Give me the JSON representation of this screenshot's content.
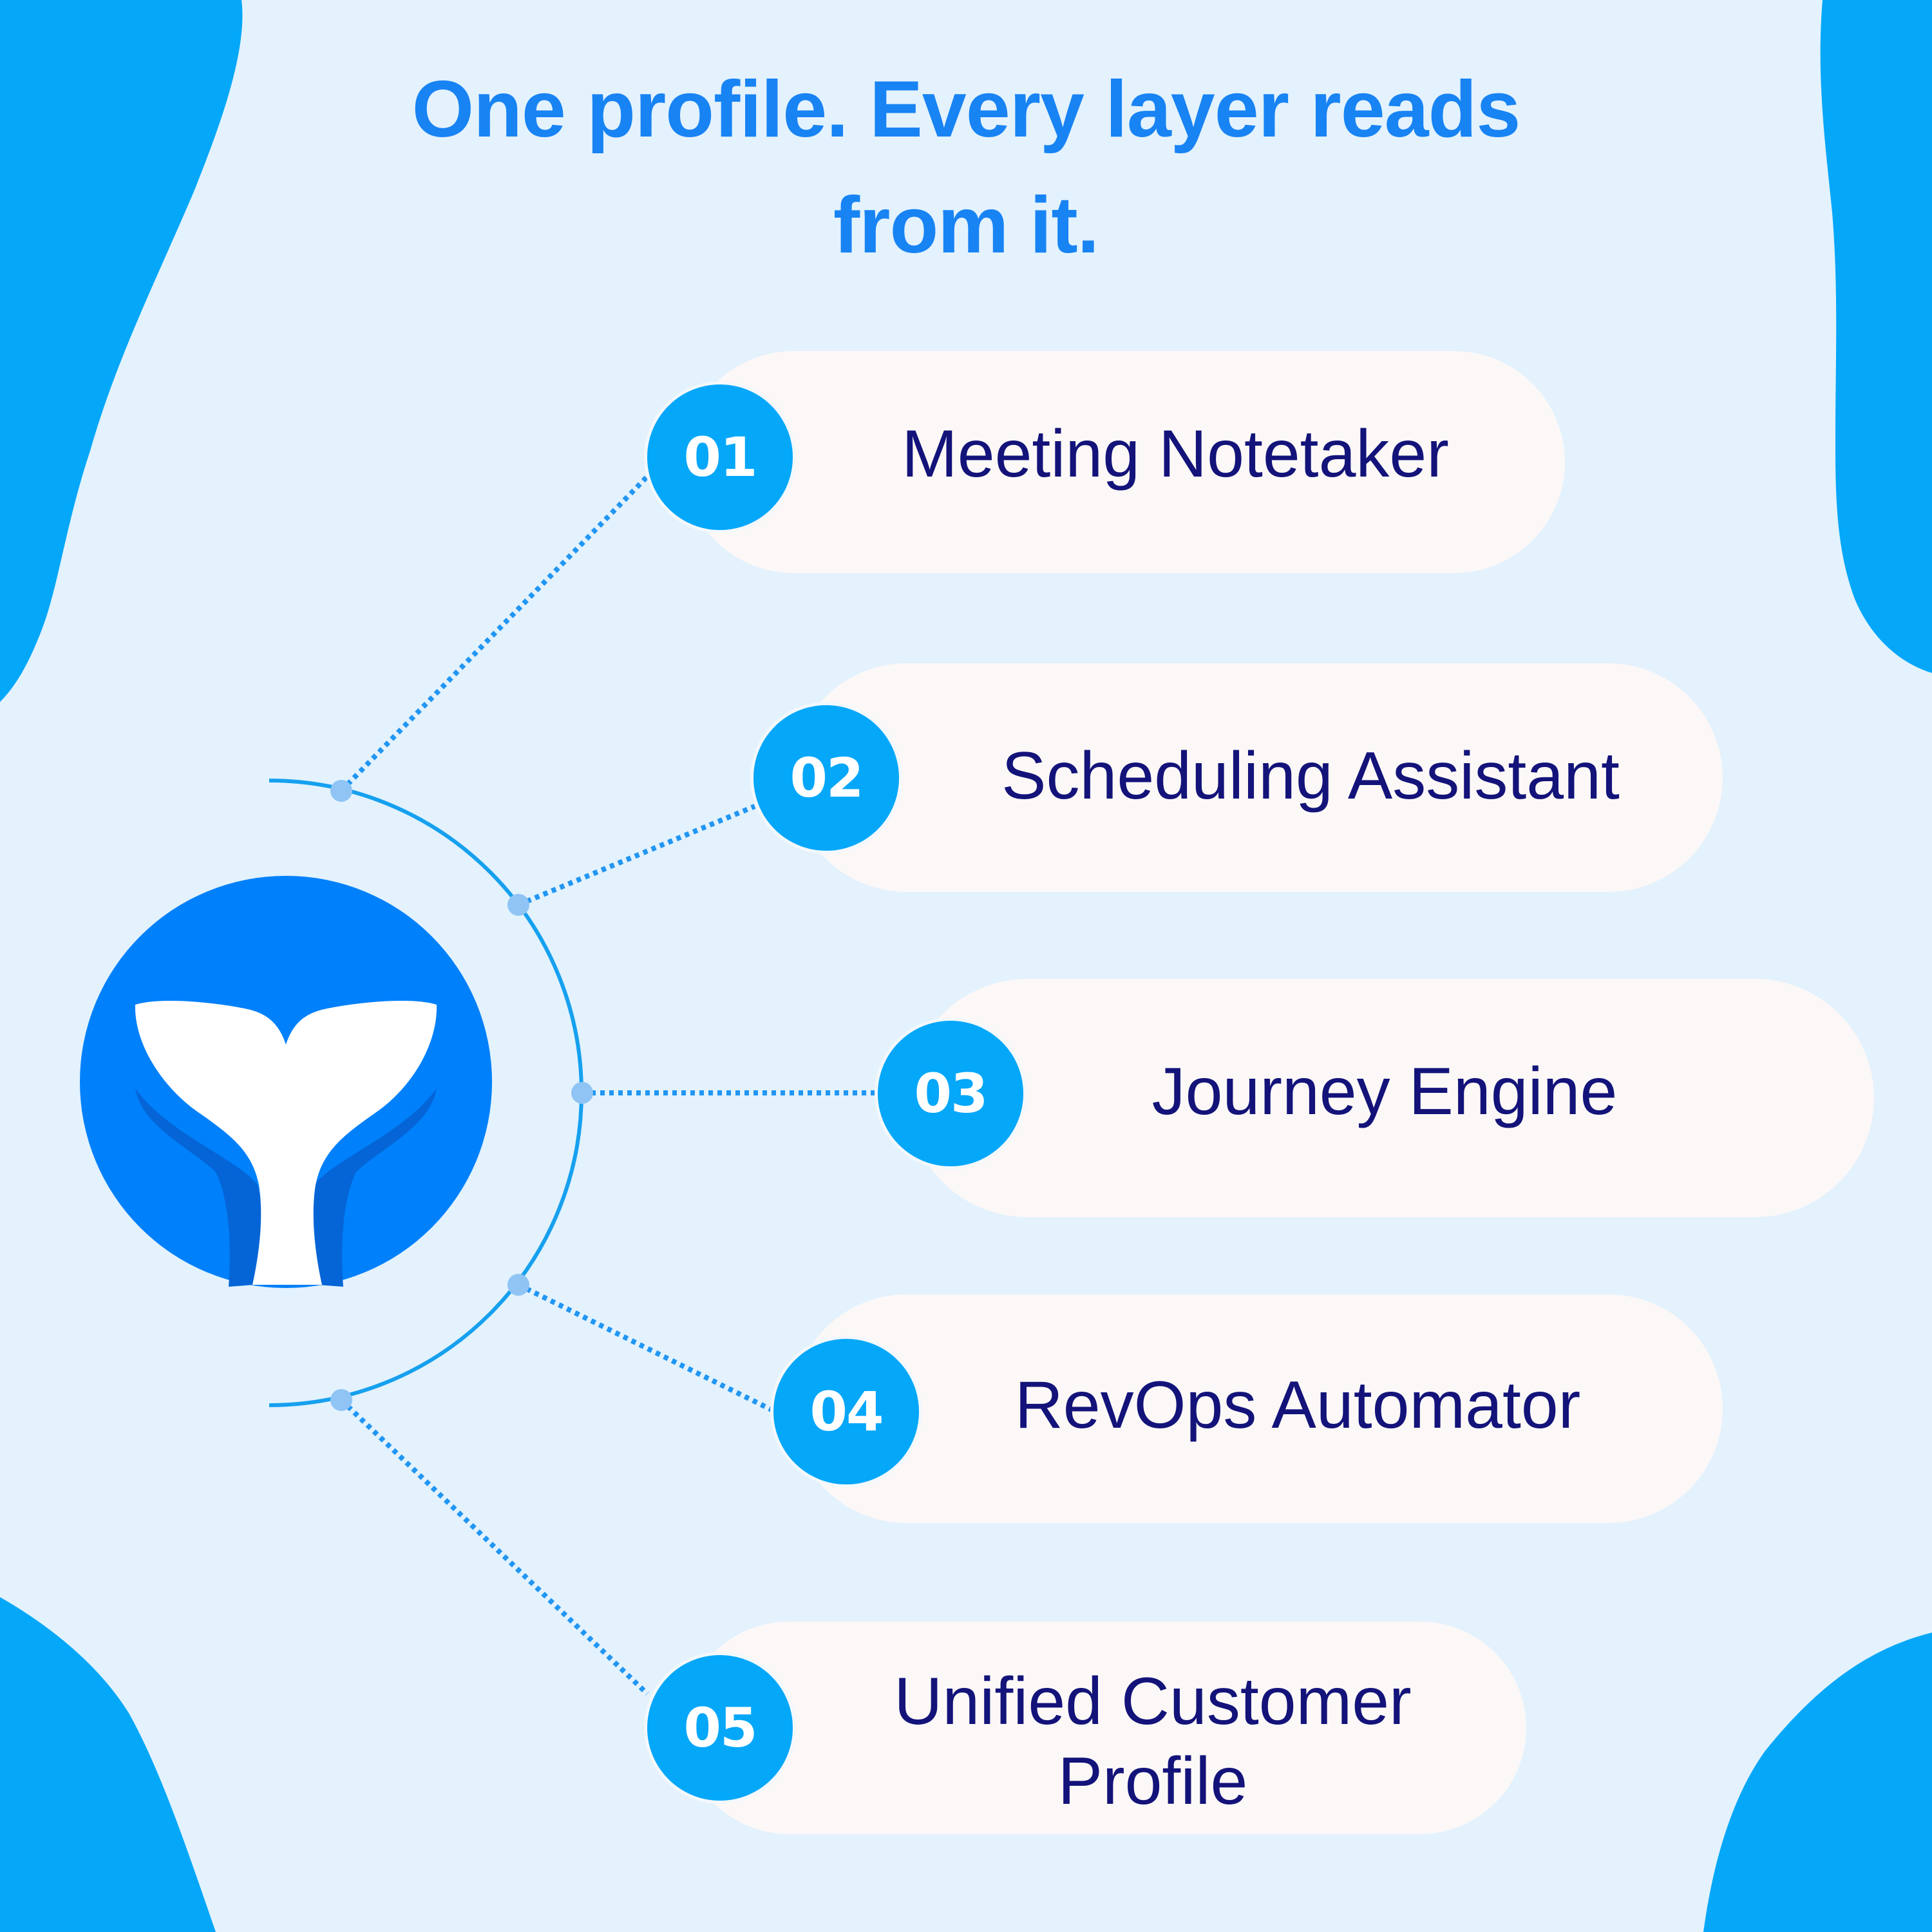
{
  "title": {
    "line1": "One profile. Every layer reads",
    "line2": "from it."
  },
  "colors": {
    "background": "#e3f2fd",
    "blob": "#05a7f9",
    "title": "#1883f3",
    "badge": "#05a7f9",
    "pill": "#fcf8f7",
    "pill_text": "#13137a",
    "connector": "#2196f3",
    "logo_circle": "#0080fb"
  },
  "logo": {
    "icon": "whale-tail-icon"
  },
  "items": [
    {
      "number": "01",
      "label": "Meeting Notetaker"
    },
    {
      "number": "02",
      "label": "Scheduling Assistant"
    },
    {
      "number": "03",
      "label": "Journey Engine"
    },
    {
      "number": "04",
      "label": "RevOps Automator"
    },
    {
      "number": "05",
      "label_line1": "Unified Customer",
      "label_line2": "Profile"
    }
  ]
}
